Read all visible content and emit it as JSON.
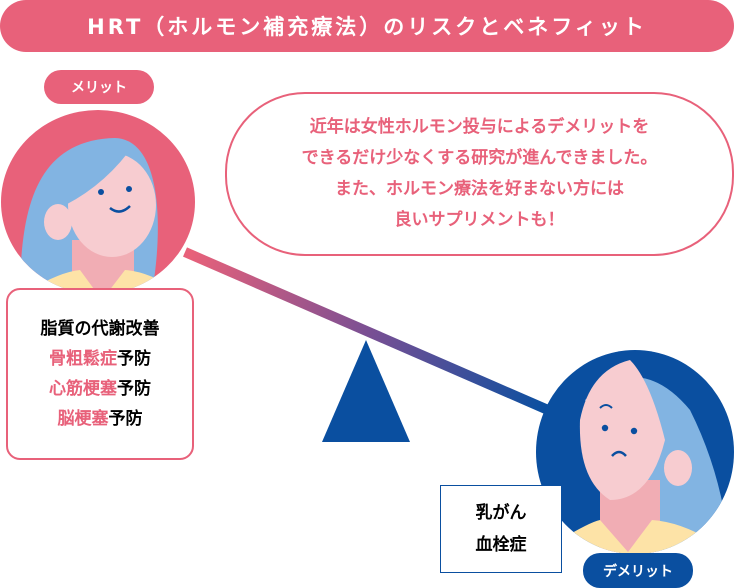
{
  "title": "HRT（ホルモン補充療法）のリスクとベネフィット",
  "merit_label": "メリット",
  "demerit_label": "デメリット",
  "bubble_lines": [
    "近年は女性ホルモン投与によるデメリットを",
    "できるだけ少なくする研究が進んできました。",
    "また、ホルモン療法を好まない方には",
    "良いサプリメントも！"
  ],
  "merits": [
    {
      "highlight": "",
      "rest": "脂質の代謝改善"
    },
    {
      "highlight": "骨粗鬆症",
      "rest": "予防"
    },
    {
      "highlight": "心筋梗塞",
      "rest": "予防"
    },
    {
      "highlight": "脳梗塞",
      "rest": "予防"
    }
  ],
  "demerits": [
    "乳がん",
    "血栓症"
  ],
  "colors": {
    "pink": "#e8617a",
    "blue": "#0a4fa0",
    "hair": "#82b4e2",
    "skin": "#f7ccd0",
    "neck": "#f1adb4",
    "shirt": "#fde3a7"
  }
}
